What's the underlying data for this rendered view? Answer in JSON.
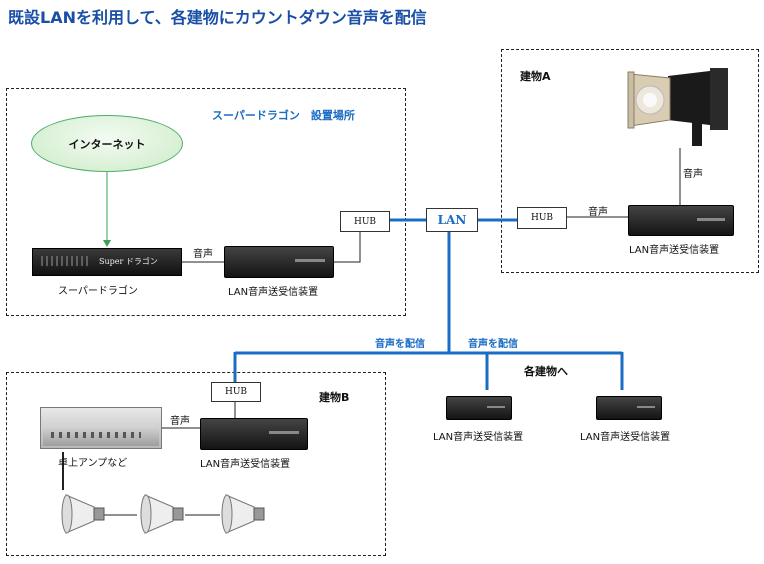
{
  "title": "既設LANを利用して、各建物にカウントダウン音声を配信",
  "zones": {
    "super_dragon_area": "スーパードラゴン　設置場所",
    "building_a": "建物A",
    "building_b": "建物B",
    "each_building": "各建物へ"
  },
  "nodes": {
    "internet": "インターネット",
    "super_dragon": "スーパードラゴン",
    "device_label": "LAN音声送受信装置",
    "hub": "HUB",
    "lan": "LAN",
    "desktop_amp": "卓上アンプなど",
    "super_dragon_panel_brand": "Super ドラゴン"
  },
  "edges": {
    "audio": "音声",
    "distribute": "音声を配信"
  },
  "colors": {
    "title": "#1a4fa6",
    "lan_line": "#1a6cc4",
    "internet_arrow": "#3aa05a"
  }
}
